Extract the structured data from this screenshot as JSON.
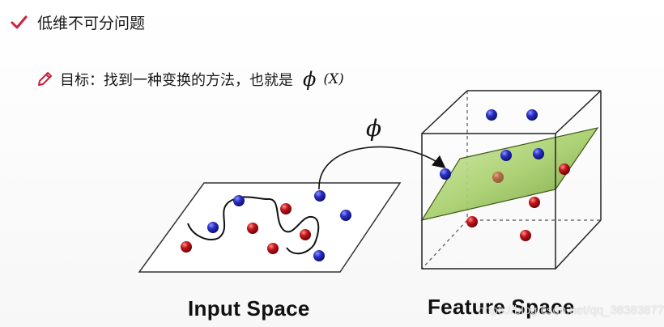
{
  "heading": {
    "title": "低维不可分问题"
  },
  "goal": {
    "text": "目标：找到一种变换的方法，也就是",
    "phi": "ϕ",
    "arg": "(X)"
  },
  "mapping": {
    "symbol": "ϕ"
  },
  "input_space": {
    "label": "Input Space"
  },
  "feature_space": {
    "label": "Feature Space"
  },
  "watermark": {
    "text": "https://blog.csdn.net/qq_38383877"
  },
  "colors": {
    "blue_point": "#2b2fc4",
    "red_point": "#c4141a",
    "plane_fill": "#a8cf6c",
    "check_icon": "#c9233b",
    "pencil_icon": "#c9233b"
  }
}
